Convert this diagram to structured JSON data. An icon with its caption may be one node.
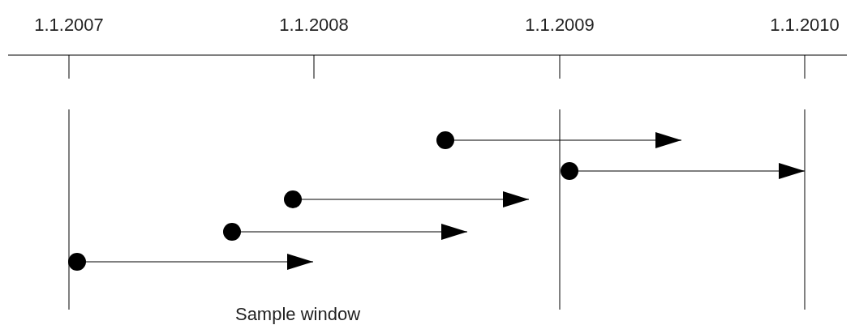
{
  "diagram": {
    "nodes": [
      {
        "text": [],
        "shape": "circle"
      },
      {
        "text": [],
        "shape": "circle"
      },
      {
        "text": [],
        "shape": "circle"
      },
      {
        "text": [],
        "shape": "circle"
      },
      {
        "text": [],
        "shape": "circle"
      }
    ],
    "edges": [
      {
        "from": 0,
        "to": null,
        "arrow": "to"
      },
      {
        "from": 1,
        "to": null,
        "arrow": "to"
      },
      {
        "from": 2,
        "to": null,
        "arrow": "to"
      },
      {
        "from": 3,
        "to": null,
        "arrow": "to"
      },
      {
        "from": 4,
        "to": null,
        "arrow": "to"
      }
    ],
    "labels": [
      "1.1.2007",
      "1.1.2008",
      "1.1.2009",
      "1.1.2010",
      "Sample window"
    ]
  }
}
